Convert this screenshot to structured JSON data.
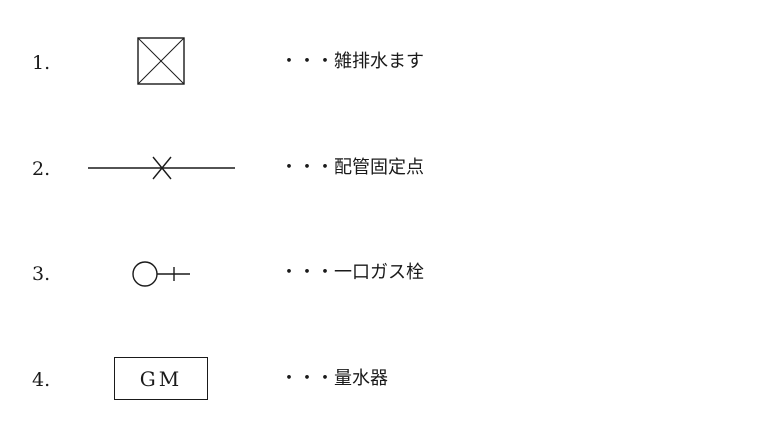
{
  "items": [
    {
      "number": "1.",
      "symbol": "catch-basin-symbol",
      "description": "・・・雑排水ます"
    },
    {
      "number": "2.",
      "symbol": "pipe-fixed-point-symbol",
      "description": "・・・配管固定点"
    },
    {
      "number": "3.",
      "symbol": "gas-outlet-symbol",
      "description": "・・・一口ガス栓"
    },
    {
      "number": "4.",
      "symbol": "water-meter-symbol",
      "label": "GM",
      "description": "・・・量水器"
    }
  ]
}
